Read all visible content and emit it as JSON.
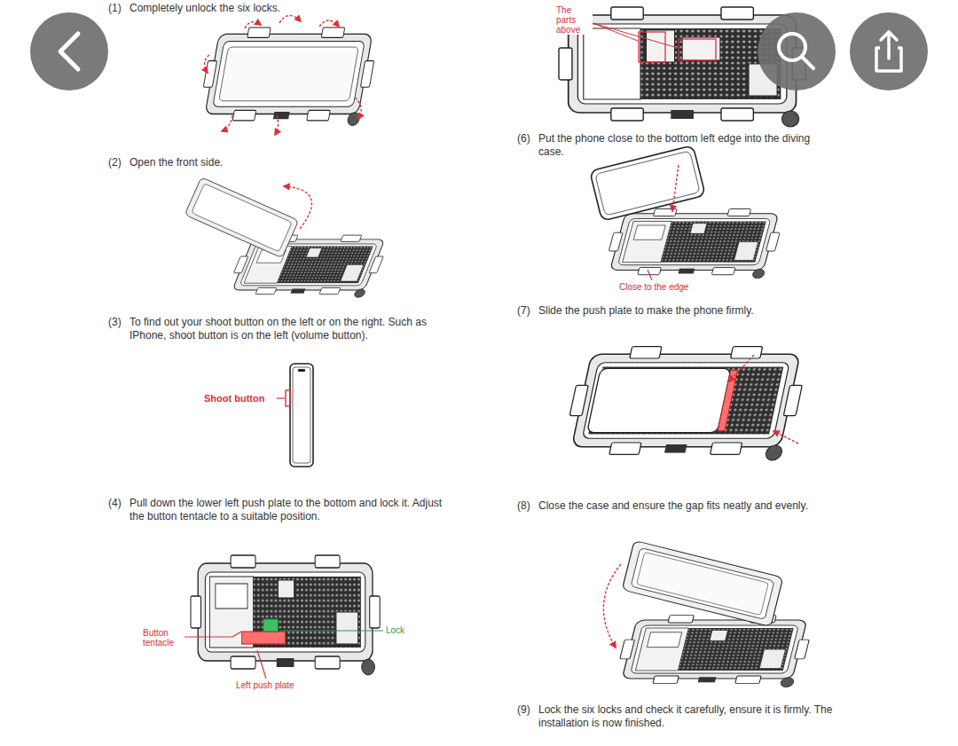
{
  "diagram": {
    "labels": [
      "(1)",
      "Completely unlock the six locks.",
      "(2)",
      "Open the front side.",
      "(3)",
      "To find out your shoot button on the left or on the right. Such as IPhone, shoot button is on the left (volume button).",
      "Shoot button",
      "(4)",
      "Pull down the lower left push plate to the bottom and lock it. Adjust the button tentacle to a suitable position.",
      "Button tentacle",
      "Lock",
      "Left push plate",
      "The parts above",
      "(6)",
      "Put the phone close to the bottom left edge into the diving case.",
      "Close to the edge",
      "(7)",
      "Slide the push plate to make the phone firmly.",
      "(8)",
      "Close the case and ensure the gap fits neatly and evenly.",
      "(9)",
      "Lock the six locks and check it carefully, ensure it is firmly. The installation is now finished."
    ]
  }
}
